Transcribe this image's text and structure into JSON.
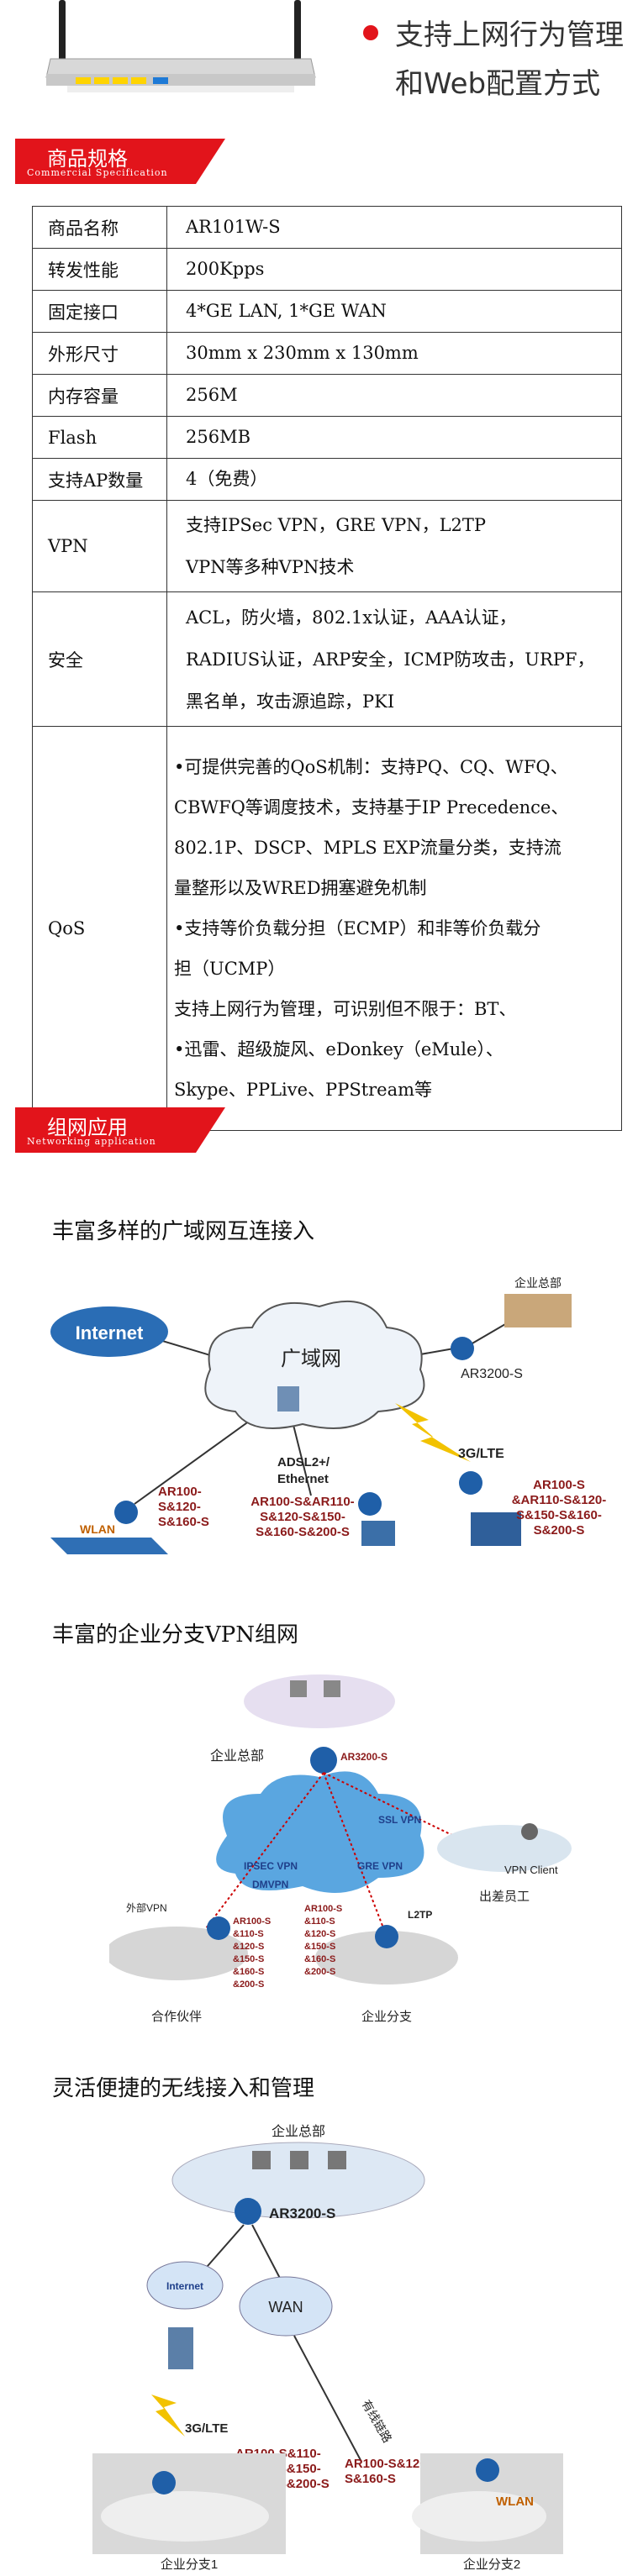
{
  "hero": {
    "line1": "支持上网行为管理",
    "line2": "和Web配置方式"
  },
  "spec_banner": {
    "cn": "商品规格",
    "en": "Commercial Specification"
  },
  "spec_rows": [
    {
      "key": "商品名称",
      "lines": [
        "AR101W-S"
      ]
    },
    {
      "key": "转发性能",
      "lines": [
        "200Kpps"
      ]
    },
    {
      "key": "固定接口",
      "lines": [
        "4*GE LAN, 1*GE WAN"
      ]
    },
    {
      "key": "外形尺寸",
      "lines": [
        "30mm x 230mm x 130mm"
      ]
    },
    {
      "key": "内存容量",
      "lines": [
        "256M"
      ]
    },
    {
      "key": "Flash",
      "lines": [
        "256MB"
      ]
    },
    {
      "key": "支持AP数量",
      "lines": [
        "4（免费）"
      ]
    },
    {
      "key": "VPN",
      "lines": [
        "支持IPSec VPN，GRE VPN，L2TP",
        "VPN等多种VPN技术"
      ]
    },
    {
      "key": "安全",
      "lines": [
        "ACL，防火墙，802.1x认证，AAA认证，",
        "RADIUS认证，ARP安全，ICMP防攻击，URPF，",
        "黑名单，攻击源追踪，PKI"
      ]
    },
    {
      "key": "QoS",
      "lines": [
        "•可提供完善的QoS机制：支持PQ、CQ、WFQ、",
        "CBWFQ等调度技术，支持基于IP Precedence、",
        "802.1P、DSCP、MPLS EXP流量分类，支持流",
        "量整形以及WRED拥塞避免机制",
        "•支持等价负载分担（ECMP）和非等价负载分",
        "担（UCMP）",
        "支持上网行为管理，可识别但不限于：BT、",
        "•迅雷、超级旋风、eDonkey（eMule）、",
        "Skype、PPLive、PPStream等"
      ]
    }
  ],
  "net_banner": {
    "cn": "组网应用",
    "en": "Networking application"
  },
  "sections": {
    "wan_title": "丰富多样的广域网互连接入",
    "vpn_title": "丰富的企业分支VPN组网",
    "wlan_title": "灵活便捷的无线接入和管理"
  },
  "diagram1": {
    "internet": "Internet",
    "wan": "广域网",
    "hq": "企业总部",
    "ar3200": "AR3200-S",
    "g3lte": "3G/LTE",
    "adsl": "ADSL2+/",
    "ethernet": "Ethernet",
    "wlan": "WLAN",
    "left_models": [
      "AR100-",
      "S&120-",
      "S&160-S"
    ],
    "mid_models": [
      "AR100-S&AR110-",
      "S&120-S&150-",
      "S&160-S&200-S"
    ],
    "right_models": [
      "AR100-S",
      "&AR110-S&120-",
      "S&150-S&160-",
      "S&200-S"
    ]
  },
  "diagram2": {
    "hq": "企业总部",
    "ar3200": "AR3200-S",
    "ssl": "SSL VPN",
    "ipsec": "IPSEC VPN",
    "gre": "GRE VPN",
    "dmvpn": "DMVPN",
    "vpn_client": "VPN Client",
    "travel": "出差员工",
    "l2tp": "L2TP",
    "extranet": "外部VPN",
    "partner": "合作伙伴",
    "branch": "企业分支",
    "models_left": [
      "AR100-S",
      "&110-S",
      "&120-S",
      "&150-S",
      "&160-S",
      "&200-S"
    ],
    "models_mid": [
      "AR100-S",
      "&110-S",
      "&120-S",
      "&150-S",
      "&160-S",
      "&200-S"
    ]
  },
  "diagram3": {
    "hq": "企业总部",
    "ar3200": "AR3200-S",
    "internet": "Internet",
    "wan": "WAN",
    "wired": "有线链路",
    "g3lte": "3G/LTE",
    "models_left": [
      "AR100-S&110-",
      "S&120-S&150-",
      "S&160-S&200-S"
    ],
    "models_right": [
      "AR100-S&120-",
      "S&160-S"
    ],
    "wlan": "WLAN",
    "branch1": "企业分支1",
    "branch2": "企业分支2"
  },
  "colors": {
    "accent": "#e2141b",
    "cloud": "#dde8f4",
    "router": "#1f5fa8",
    "model_text": "#8b1a1a"
  }
}
